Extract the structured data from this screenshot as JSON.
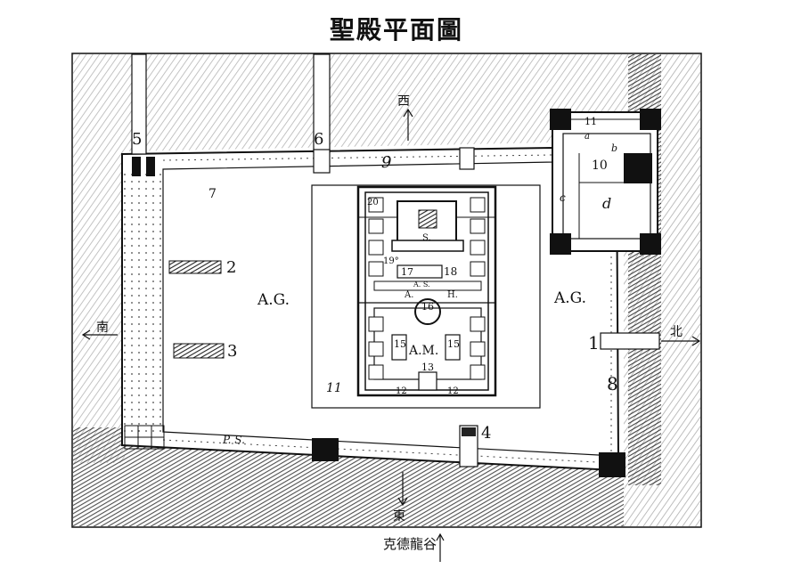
{
  "title": "聖殿平面圖",
  "caption": "克德龍谷",
  "directions": {
    "west": "西",
    "south": "南",
    "north": "北",
    "east": "東"
  },
  "labels": {
    "ag_left": "A.G.",
    "ag_right": "A.G.",
    "am": "A.M.",
    "ps": "P. S.",
    "n1": "1",
    "n2": "2",
    "n3": "3",
    "n4": "4",
    "n5": "5",
    "n6": "6",
    "n7": "7",
    "n8": "8",
    "n9": "9",
    "n10": "10",
    "n11_court": "11",
    "n11_fort": "11",
    "n12a": "12",
    "n12b": "12",
    "n13": "13",
    "n15a": "15",
    "n15b": "15",
    "n16": "16",
    "n17": "17",
    "n18": "18",
    "n19": "19°",
    "n20": "20",
    "fort_b": "b",
    "fort_c": "c",
    "fort_d": "d",
    "fort_a": "a",
    "sanctuary_s": "S.",
    "sanctuary_as": "A. S.",
    "court_a": "A.",
    "court_h": "H."
  },
  "colors": {
    "ink": "#111111",
    "paper": "#ffffff",
    "terrain": "#8a8a8a",
    "dark_terrain": "#3a3a3a"
  }
}
